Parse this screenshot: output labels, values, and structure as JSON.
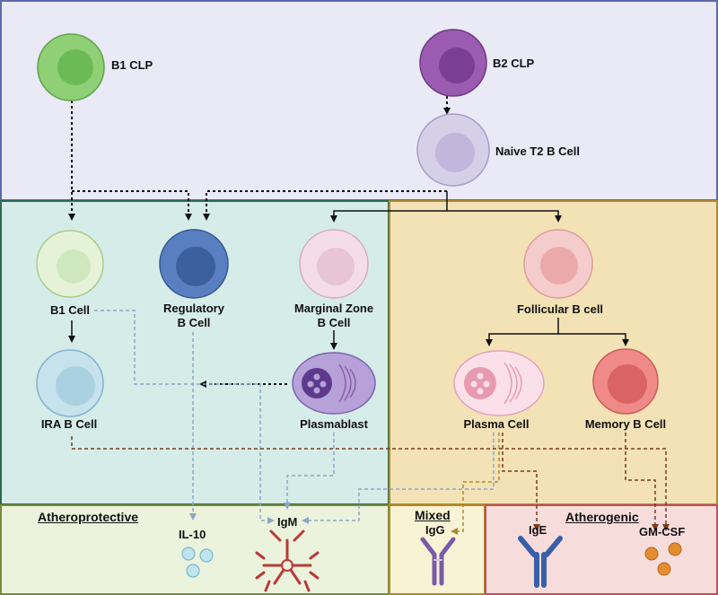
{
  "cells": {
    "b1_clp": "B1 CLP",
    "b2_clp": "B2 CLP",
    "naive_t2": "Naive T2 B Cell",
    "b1_cell": "B1 Cell",
    "regulatory_line1": "Regulatory",
    "regulatory_line2": "B Cell",
    "marginal_line1": "Marginal Zone",
    "marginal_line2": "B Cell",
    "follicular": "Follicular B cell",
    "ira": "IRA B Cell",
    "plasmablast": "Plasmablast",
    "plasma": "Plasma Cell",
    "memory": "Memory B Cell"
  },
  "sections": {
    "atheroprotective": "Atheroprotective",
    "mixed": "Mixed",
    "atherogenic": "Atherogenic"
  },
  "products": {
    "il10": "IL-10",
    "igm": "IgM",
    "igg": "IgG",
    "ige": "IgE",
    "gmcsf": "GM-CSF"
  },
  "colors": {
    "top_region": "#e9eaf6",
    "green_region": "#d6ece9",
    "tan_region": "#f3e2b6",
    "protective_region": "#ecf3dc",
    "mixed_region": "#f9f3d6",
    "atherogenic_region": "#f7dcdc",
    "blue_dash": "#8aa7c4",
    "brown_dash": "#7a3b1c",
    "gold_dash": "#b08a2a"
  }
}
